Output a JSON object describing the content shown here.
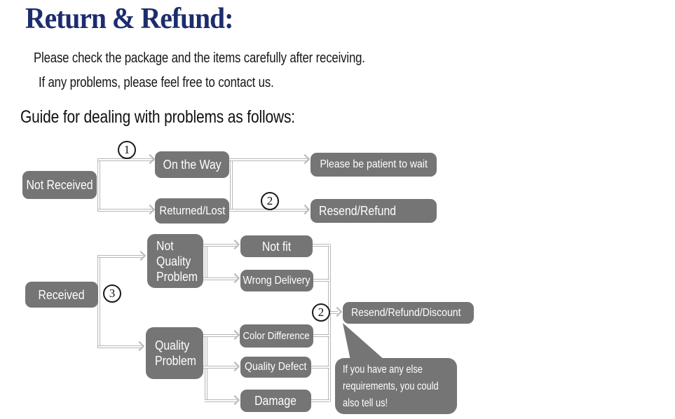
{
  "colors": {
    "title": "#1c2d6e",
    "node": "#757575",
    "line": "#b7b7b7",
    "ink": "#1a1a1a"
  },
  "header": {
    "title": "Return & Refund:"
  },
  "intro": {
    "line1": "Please check the package and the items carefully after receiving.",
    "line2": "If any problems, please feel free to contact us."
  },
  "guide_heading": "Guide for dealing with problems as follows:",
  "flow": {
    "not_received": "Not Received",
    "on_the_way": "On the Way",
    "returned_lost": "Returned/Lost",
    "please_wait": "Please be patient to wait",
    "resend_refund": "Resend/Refund",
    "received": "Received",
    "not_quality_problem": "Not\nQuality\nProblem",
    "not_fit": "Not fit",
    "wrong_delivery": "Wrong Delivery",
    "quality_problem": "Quality\nProblem",
    "color_difference": "Color Difference",
    "quality_defect": "Quality Defect",
    "damage": "Damage",
    "resend_refund_discount": "Resend/Refund/Discount",
    "steps": {
      "one": "1",
      "two": "2",
      "three": "3"
    },
    "note": "If you have any else\nrequirements, you could\nalso tell us!"
  }
}
